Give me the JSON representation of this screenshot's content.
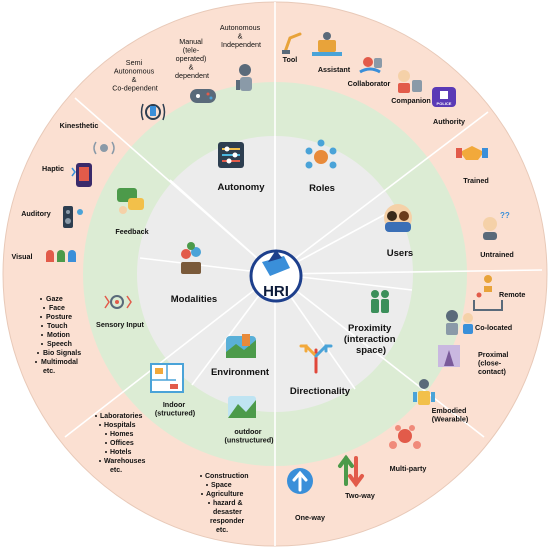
{
  "center": {
    "label": "HRI"
  },
  "categories": [
    {
      "key": "autonomy",
      "label": "Autonomy"
    },
    {
      "key": "roles",
      "label": "Roles"
    },
    {
      "key": "users",
      "label": "Users"
    },
    {
      "key": "proximity",
      "label_lines": [
        "Proximity",
        "(interaction",
        "space)"
      ]
    },
    {
      "key": "directionality",
      "label": "Directionality"
    },
    {
      "key": "environment",
      "label": "Environment"
    },
    {
      "key": "modalities",
      "label": "Modalities"
    }
  ],
  "autonomy": {
    "semi": [
      "Semi",
      "Autonomous",
      "&",
      "Co-dependent"
    ],
    "manual": [
      "Manual",
      "(tele-",
      "operated)",
      "&",
      "dependent"
    ],
    "auto": [
      "Autonomous",
      "&",
      "Independent"
    ]
  },
  "roles": [
    "Tool",
    "Assistant",
    "Collaborator",
    "Companion",
    "Authority"
  ],
  "users": [
    "Trained",
    "Untrained"
  ],
  "proximity": {
    "remote": "Remote",
    "colocated": "Co-located",
    "proximal": [
      "Proximal",
      "(close-",
      "contact)"
    ],
    "embodied": [
      "Embodied",
      "(Wearable)"
    ],
    "police_text": "POLICE"
  },
  "directionality": [
    "Multi-party",
    "Two-way",
    "One-way"
  ],
  "environment": {
    "indoor": [
      "Indoor",
      "(structured)"
    ],
    "outdoor": [
      "outdoor",
      "(unstructured)"
    ],
    "indoor_list": [
      "Laboratories",
      "Hospitals",
      "Homes",
      "Offices",
      "Hotels",
      "Warehouses",
      "etc."
    ],
    "outdoor_list": [
      "Construction",
      "Space",
      "Agriculture",
      "hazard &",
      "desaster",
      "responder",
      "etc."
    ]
  },
  "modalities": {
    "senses": [
      "Kinesthetic",
      "Haptic",
      "Auditory",
      "Visual"
    ],
    "feedback": "Feedback",
    "sensory": "Sensory Input",
    "inputs": [
      "Gaze",
      "Face",
      "Posture",
      "Touch",
      "Motion",
      "Speech",
      "Bio Signals",
      "Multimodal",
      "etc."
    ]
  },
  "colors": {
    "outer_ring": "#fbe0d2",
    "mid_ring": "#dcecd4",
    "inner_disc": "#ececec",
    "divider": "#ffffff"
  }
}
